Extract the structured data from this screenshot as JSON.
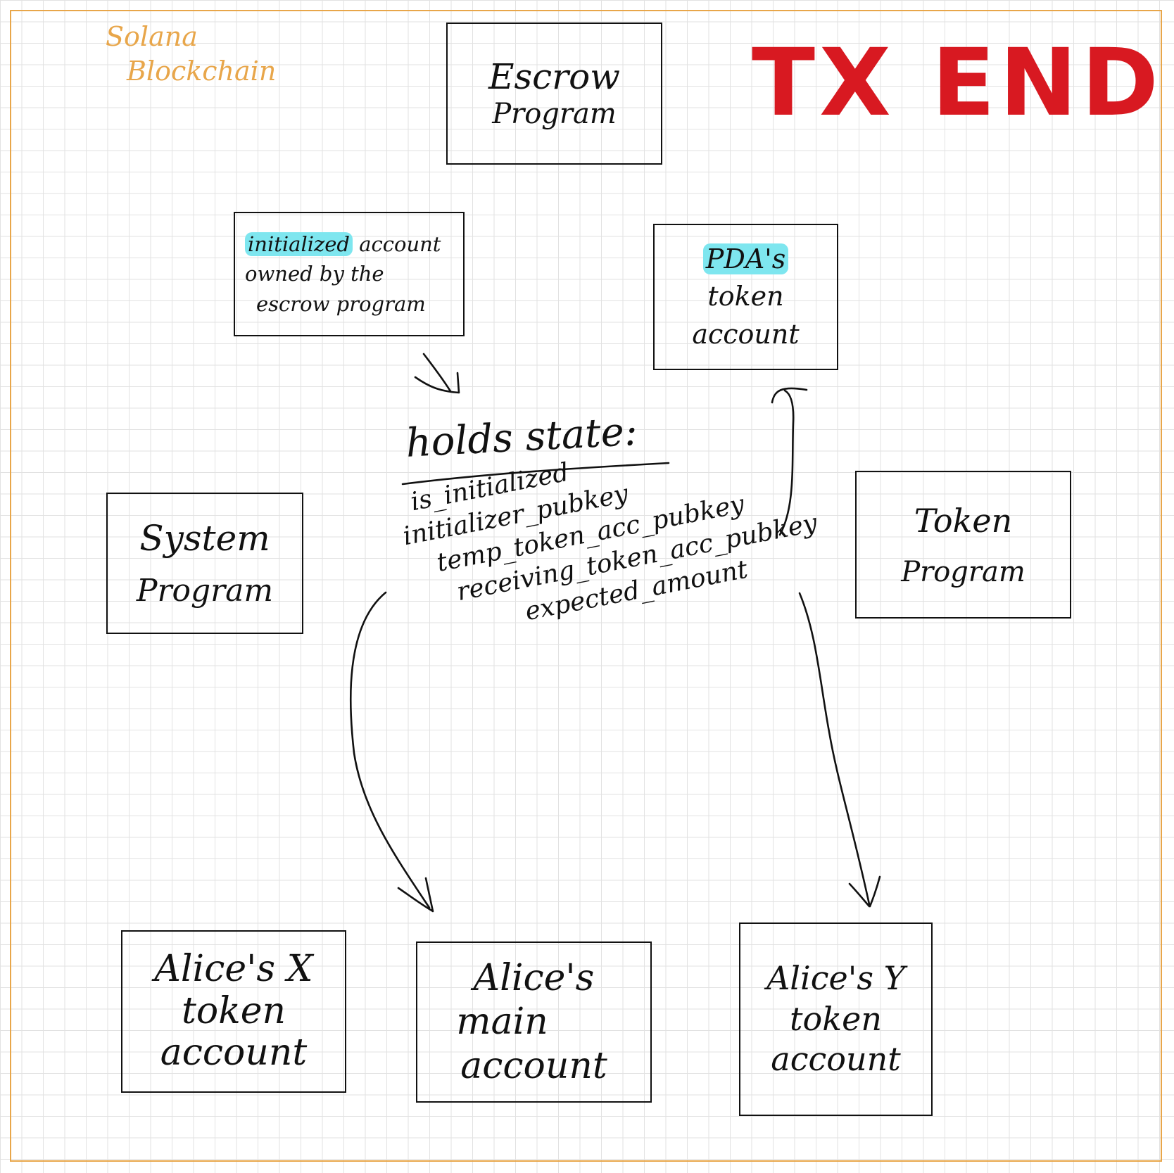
{
  "corner_label": {
    "line1": "Solana",
    "line2": "Blockchain",
    "color": "#e8a64a"
  },
  "title": {
    "text": "TX END",
    "color": "#d81921"
  },
  "escrow_program": {
    "line1": "Escrow",
    "line2": "Program"
  },
  "initialized_account": {
    "highlight": "initialized",
    "rest1": " account",
    "line2": "owned by the",
    "line3": "escrow program",
    "highlight_color": "#7ee6ef"
  },
  "pda_token_account": {
    "highlight": "PDA's",
    "line2": "token",
    "line3": "account"
  },
  "state": {
    "heading": "holds state:",
    "fields": [
      "is_initialized",
      "initializer_pubkey",
      "temp_token_acc_pubkey",
      "receiving_token_acc_pubkey",
      "expected_amount"
    ]
  },
  "system_program": {
    "line1": "System",
    "line2": "Program"
  },
  "token_program": {
    "line1": "Token",
    "line2": "Program"
  },
  "alice_x": {
    "line1": "Alice's X",
    "line2": "token",
    "line3": "account"
  },
  "alice_main": {
    "line1": "Alice's",
    "line2": "main",
    "line3": "account"
  },
  "alice_y": {
    "line1": "Alice's Y",
    "line2": "token",
    "line3": "account"
  }
}
